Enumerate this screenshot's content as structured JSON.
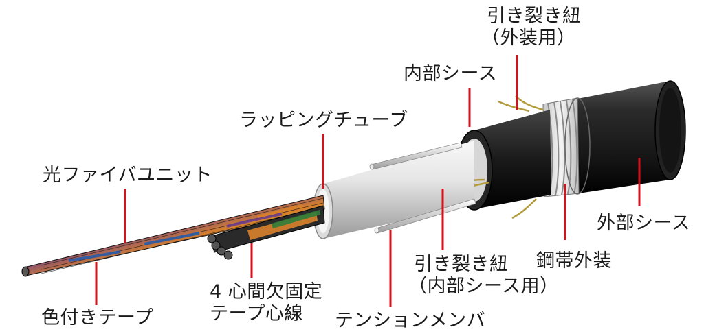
{
  "labels": {
    "ripcord_outer": {
      "line1": "引き裂き紐",
      "line2": "（外装用）"
    },
    "inner_sheath": "内部シース",
    "wrapping_tube": "ラッピングチューブ",
    "fiber_unit": "光ファイバユニット",
    "outer_sheath": "外部シース",
    "steel_tape_armor": "鋼帯外装",
    "ripcord_inner": {
      "line1": "引き裂き紐",
      "line2": "（内部シース用）"
    },
    "tension_member": "テンションメンバ",
    "ribbon_fiber": {
      "line1": "4 心間欠固定",
      "line2": "テープ心線"
    },
    "colored_tape": "色付きテープ"
  },
  "colors": {
    "leader": "#d3131b",
    "outer_sheath": "#1b1b1b",
    "inner_sheath": "#2a2a2a",
    "wrapping_tube": "#e8e8e8",
    "tension_member": "#f2f2f2",
    "ripcord": "#b39a3a"
  }
}
